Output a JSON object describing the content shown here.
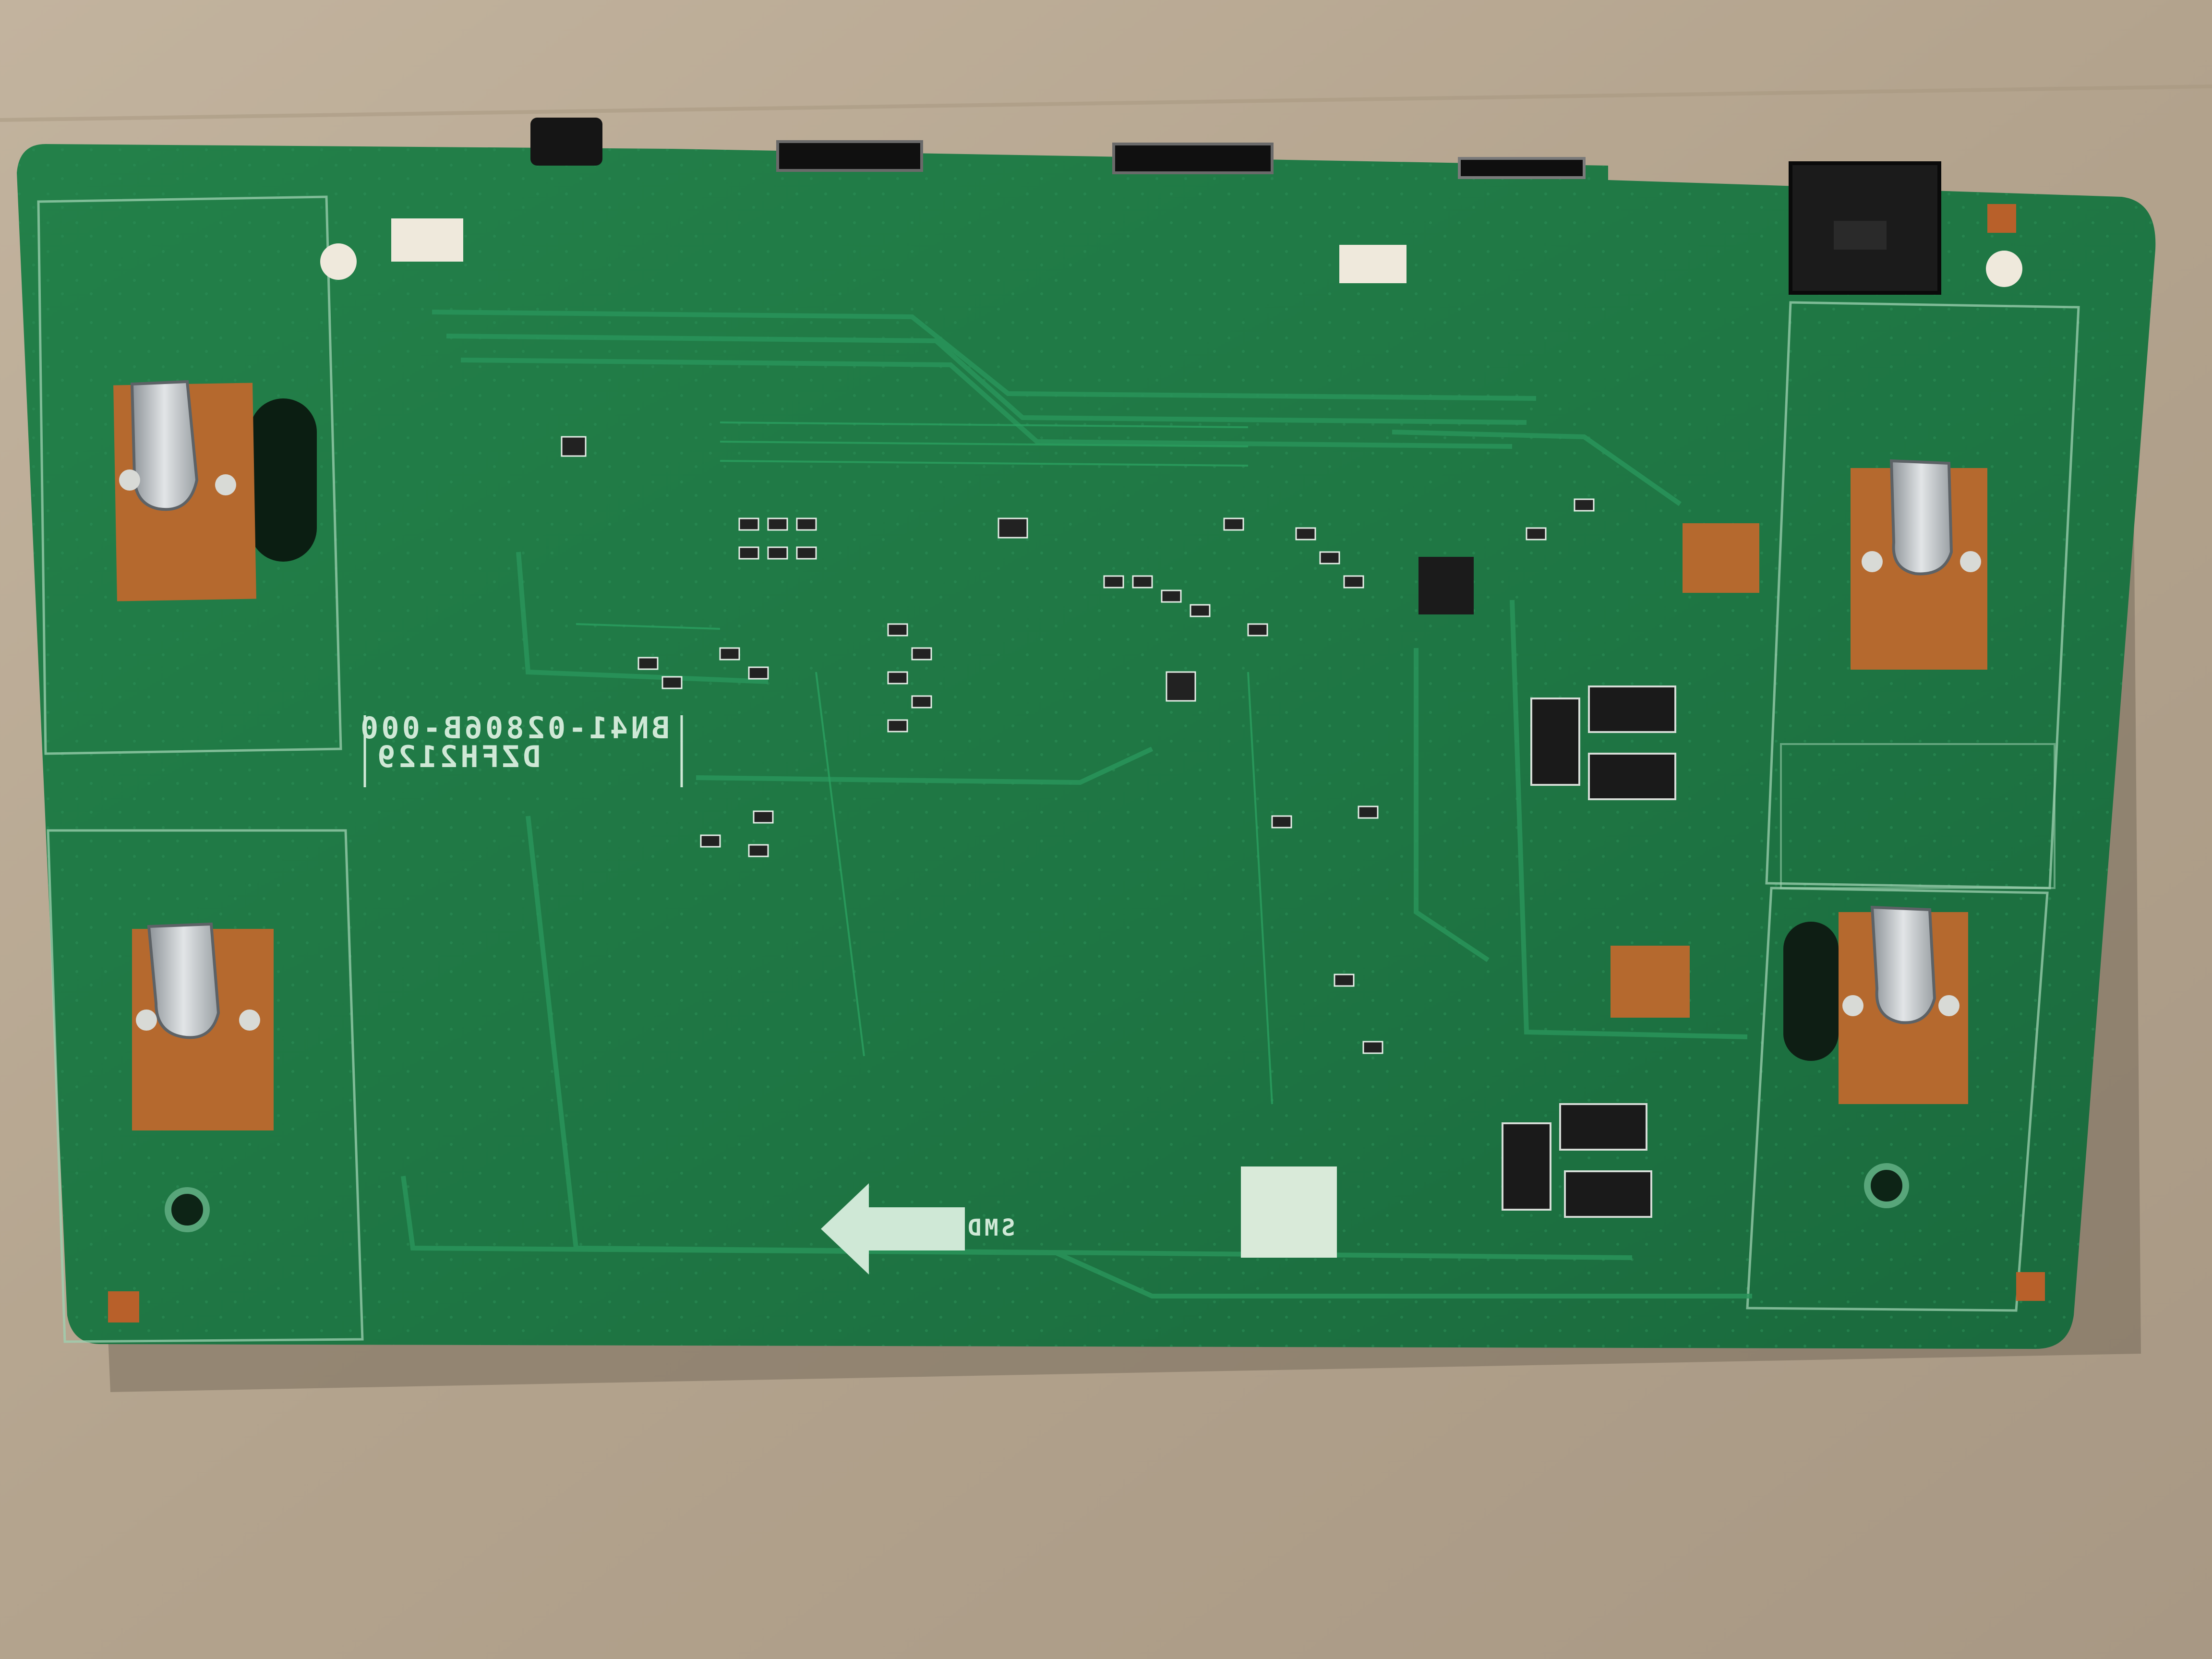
{
  "silkscreen": {
    "board_code": "DZFH2129",
    "part_number": "BN41-02806B-000",
    "direction_label": "SMD"
  },
  "colors": {
    "cardboard": "#b8a893",
    "cardboard_dark": "#a69580",
    "pcb_green": "#1f7a45",
    "pcb_green_dark": "#17603a",
    "trace_green": "#248a50",
    "copper_pad": "#b5692e",
    "silkscreen": "#cfe8d6",
    "metal": "#c9cdd0",
    "connector_black": "#1a1a1a"
  }
}
